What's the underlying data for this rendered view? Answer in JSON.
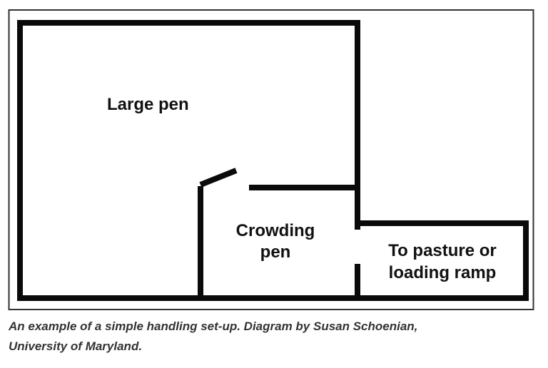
{
  "diagram": {
    "labels": {
      "large_pen": "Large pen",
      "crowding_pen_line1": "Crowding",
      "crowding_pen_line2": "pen",
      "exit_line1": "To pasture or",
      "exit_line2": "loading ramp"
    },
    "wall_color": "#0a0a0a",
    "border_color": "#333333"
  },
  "caption": {
    "line1": "An example of a simple handling set-up. Diagram by Susan Schoenian,",
    "line2": "University of Maryland."
  }
}
